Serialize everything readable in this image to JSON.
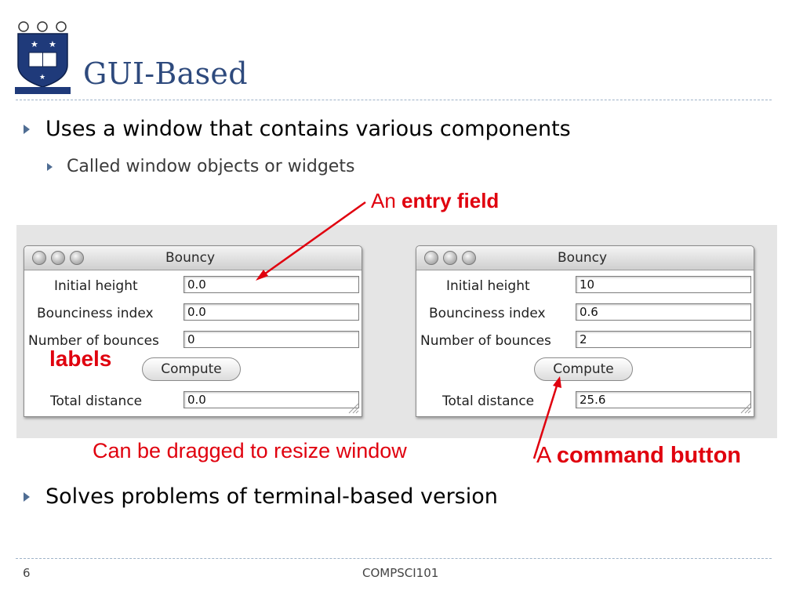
{
  "slide": {
    "title": "GUI-Based",
    "bullets": [
      "Uses a window that contains various components",
      "Called window objects or widgets",
      "Solves problems of terminal-based version"
    ],
    "page_number": "6",
    "footer": "COMPSCI101"
  },
  "annotations": {
    "entry_field_prefix": "An",
    "entry_field_bold": "entry field",
    "labels": "labels",
    "drag": "Can be dragged to resize window",
    "command_prefix": "A",
    "command_bold": "command button"
  },
  "windows": {
    "left": {
      "title": "Bouncy",
      "label_height": "Initial height",
      "label_bounciness": "Bounciness index",
      "label_bounces": "Number of bounces",
      "label_total": "Total distance",
      "value_height": "0.0",
      "value_bounciness": "0.0",
      "value_bounces": "0",
      "value_total": "0.0",
      "button": "Compute"
    },
    "right": {
      "title": "Bouncy",
      "label_height": "Initial height",
      "label_bounciness": "Bounciness index",
      "label_bounces": "Number of bounces",
      "label_total": "Total distance",
      "value_height": "10",
      "value_bounciness": "0.6",
      "value_bounces": "2",
      "value_total": "25.6",
      "button": "Compute"
    }
  },
  "colors": {
    "title": "#2e4a7d",
    "annotation": "#e0000e",
    "panel": "#e5e5e5"
  },
  "icons": {
    "logo": "university-of-auckland-crest-icon",
    "bullet": "triangle-bullet-icon"
  }
}
